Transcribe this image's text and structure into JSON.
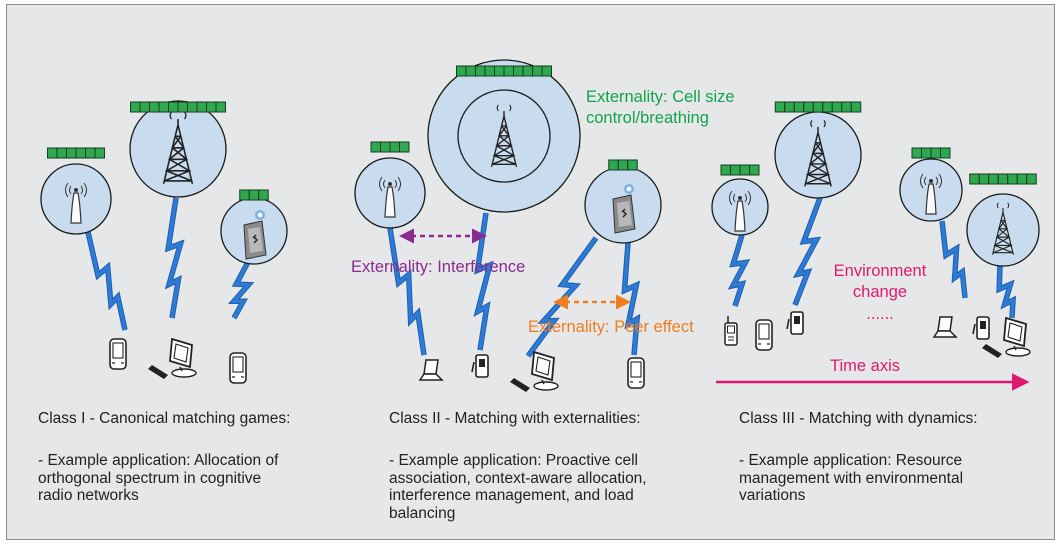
{
  "externalities": {
    "cell_size": "Externality: Cell size\ncontrol/breathing",
    "interference": "Externality: Interference",
    "peer_effect": "Externality: Peer effect"
  },
  "environment_change": "Environment\nchange\n......",
  "time_axis": "Time axis",
  "classes": [
    {
      "title": "Class I - Canonical matching games:",
      "example": "- Example application: Allocation of\northogonal spectrum in cognitive\nradio networks"
    },
    {
      "title": "Class II - Matching with externalities:",
      "example": "- Example application: Proactive cell\nassociation, context-aware allocation,\ninterference management, and load\nbalancing"
    },
    {
      "title": "Class III - Matching with dynamics:",
      "example": "- Example application: Resource\nmanagement with environmental\nvariations"
    }
  ],
  "colors": {
    "background": "#e6e7e8",
    "circle_fill": "#c9dcef",
    "cell_bar": "#2fa84f",
    "lightning": "#2d7bd4",
    "green": "#13a34a",
    "purple": "#8b2a8f",
    "orange": "#f07d1e",
    "pink": "#e0196e"
  }
}
